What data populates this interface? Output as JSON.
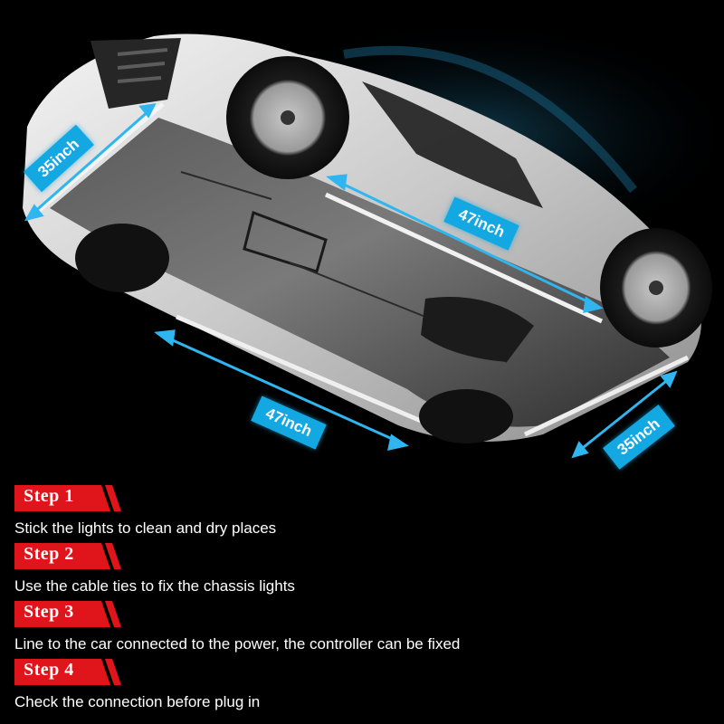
{
  "dimensions": {
    "front_width": "35inch",
    "side_length_upper": "47inch",
    "side_length_lower": "47inch",
    "rear_width": "35inch"
  },
  "colors": {
    "accent_blue": "#14a8e3",
    "step_red": "#e0151b",
    "background": "#000000"
  },
  "steps": [
    {
      "label": "Step 1",
      "text": "Stick the lights to clean and dry places"
    },
    {
      "label": "Step 2",
      "text": "Use the cable ties to fix the chassis lights"
    },
    {
      "label": "Step 3",
      "text": "Line to the car connected to the power, the controller can be fixed"
    },
    {
      "label": "Step 4",
      "text": "Check the connection before plug in"
    }
  ]
}
